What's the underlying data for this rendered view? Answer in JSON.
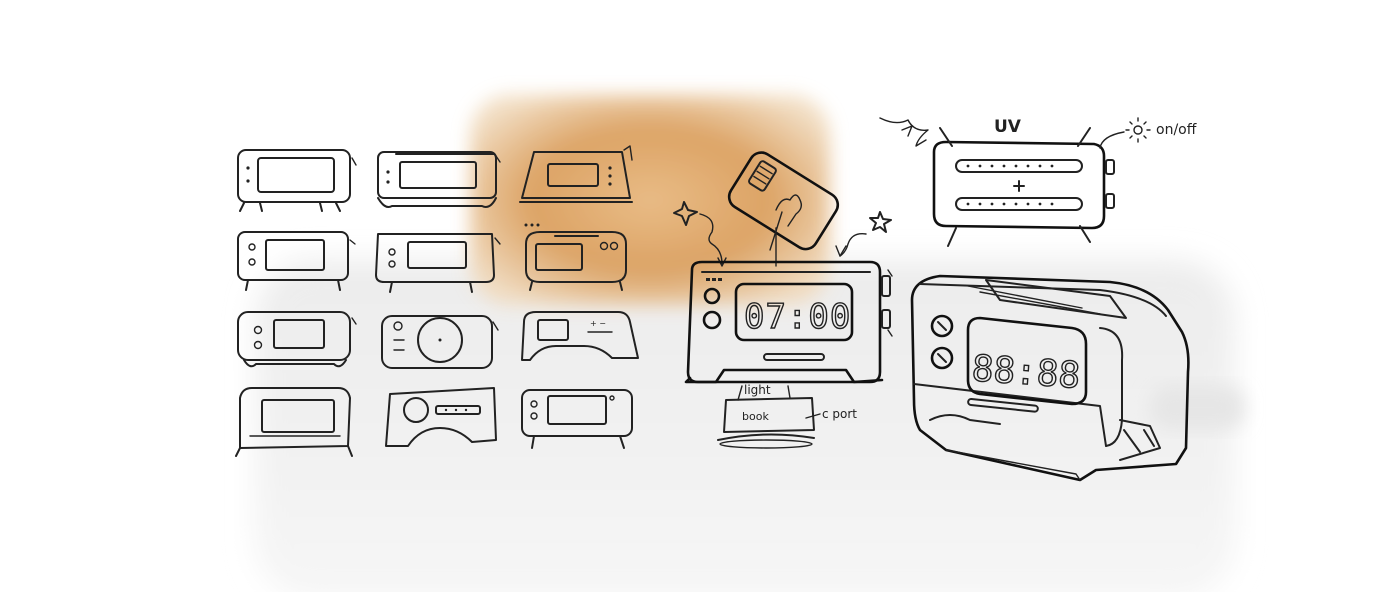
{
  "canvas": {
    "background": "#ffffff",
    "toaster_ghost_color": "#e9eaea",
    "toast_color": "#d7a066"
  },
  "labels": {
    "uv_title": "UV",
    "onoff": "on/off",
    "light": "light",
    "book": "book",
    "c_port": "c port",
    "clock_display": "07:00",
    "render_display": "88:88"
  },
  "icons": {
    "sparkle": "sparkle-icon",
    "hand": "hand-icon",
    "sun": "sun-icon",
    "plus": "plus-icon"
  }
}
